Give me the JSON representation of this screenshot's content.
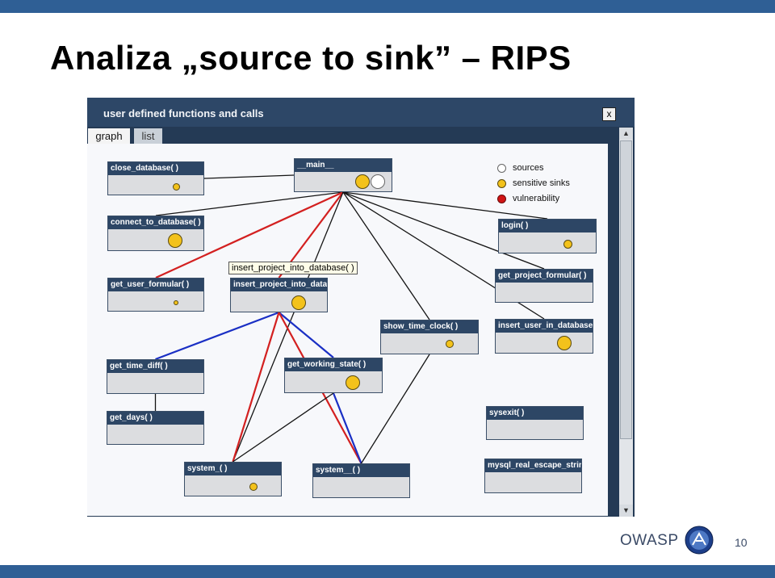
{
  "slide": {
    "title": "Analiza „source to sink” – RIPS",
    "brand": "OWASP",
    "page_number": "10"
  },
  "window": {
    "title": "user defined functions and calls",
    "close_label": "x",
    "tabs": [
      {
        "label": "graph",
        "active": true
      },
      {
        "label": "list",
        "active": false
      }
    ]
  },
  "legend": [
    {
      "label": "sources",
      "color": "#ffffff"
    },
    {
      "label": "sensitive sinks",
      "color": "#f3c21b"
    },
    {
      "label": "vulnerability",
      "color": "#d01414"
    }
  ],
  "tooltip": "insert_project_into_database( )",
  "edge_colors": {
    "black": "#141414",
    "red": "#d32020",
    "blue": "#1a2fc4"
  },
  "nodes": [
    {
      "id": "close_database",
      "label": "close_database( )",
      "markers": [
        "sink"
      ]
    },
    {
      "id": "main",
      "label": "__main__",
      "markers": [
        "sink",
        "source"
      ]
    },
    {
      "id": "connect_to_database",
      "label": "connect_to_database( )",
      "markers": [
        "sink"
      ]
    },
    {
      "id": "login",
      "label": "login( )",
      "markers": [
        "sink"
      ]
    },
    {
      "id": "get_user_formular",
      "label": "get_user_formular( )",
      "markers": [
        "sink"
      ]
    },
    {
      "id": "insert_project_into_database",
      "label": "insert_project_into_database( )",
      "markers": [
        "sink"
      ]
    },
    {
      "id": "get_project_formular",
      "label": "get_project_formular( )",
      "markers": []
    },
    {
      "id": "show_time_clock",
      "label": "show_time_clock( )",
      "markers": [
        "sink"
      ]
    },
    {
      "id": "insert_user_in_database",
      "label": "insert_user_in_database( )",
      "markers": [
        "sink"
      ]
    },
    {
      "id": "get_time_diff",
      "label": "get_time_diff( )",
      "markers": []
    },
    {
      "id": "get_working_state",
      "label": "get_working_state( )",
      "markers": [
        "sink"
      ]
    },
    {
      "id": "get_days",
      "label": "get_days( )",
      "markers": []
    },
    {
      "id": "sysexit",
      "label": "sysexit( )",
      "markers": []
    },
    {
      "id": "system_a",
      "label": "system_( )",
      "markers": [
        "sink"
      ]
    },
    {
      "id": "system_b",
      "label": "system__( )",
      "markers": []
    },
    {
      "id": "mysql_real_escape_string",
      "label": "mysql_real_escape_string( )",
      "markers": []
    }
  ],
  "edges": [
    {
      "from": "main",
      "to": "close_database",
      "color": "black"
    },
    {
      "from": "main",
      "to": "connect_to_database",
      "color": "black"
    },
    {
      "from": "main",
      "to": "get_user_formular",
      "color": "red"
    },
    {
      "from": "main",
      "to": "insert_project_into_database",
      "color": "red"
    },
    {
      "from": "main",
      "to": "system_a",
      "color": "black"
    },
    {
      "from": "main",
      "to": "show_time_clock",
      "color": "black"
    },
    {
      "from": "main",
      "to": "login",
      "color": "black"
    },
    {
      "from": "main",
      "to": "get_project_formular",
      "color": "black"
    },
    {
      "from": "main",
      "to": "insert_user_in_database",
      "color": "black"
    },
    {
      "from": "insert_project_into_database",
      "to": "get_time_diff",
      "color": "blue"
    },
    {
      "from": "insert_project_into_database",
      "to": "get_working_state",
      "color": "blue"
    },
    {
      "from": "insert_project_into_database",
      "to": "system_a",
      "color": "red"
    },
    {
      "from": "insert_project_into_database",
      "to": "system_b",
      "color": "red"
    },
    {
      "from": "get_time_diff",
      "to": "get_days",
      "color": "black"
    },
    {
      "from": "get_working_state",
      "to": "system_b",
      "color": "blue"
    },
    {
      "from": "get_working_state",
      "to": "system_a",
      "color": "black"
    },
    {
      "from": "show_time_clock",
      "to": "system_b",
      "color": "black"
    }
  ]
}
